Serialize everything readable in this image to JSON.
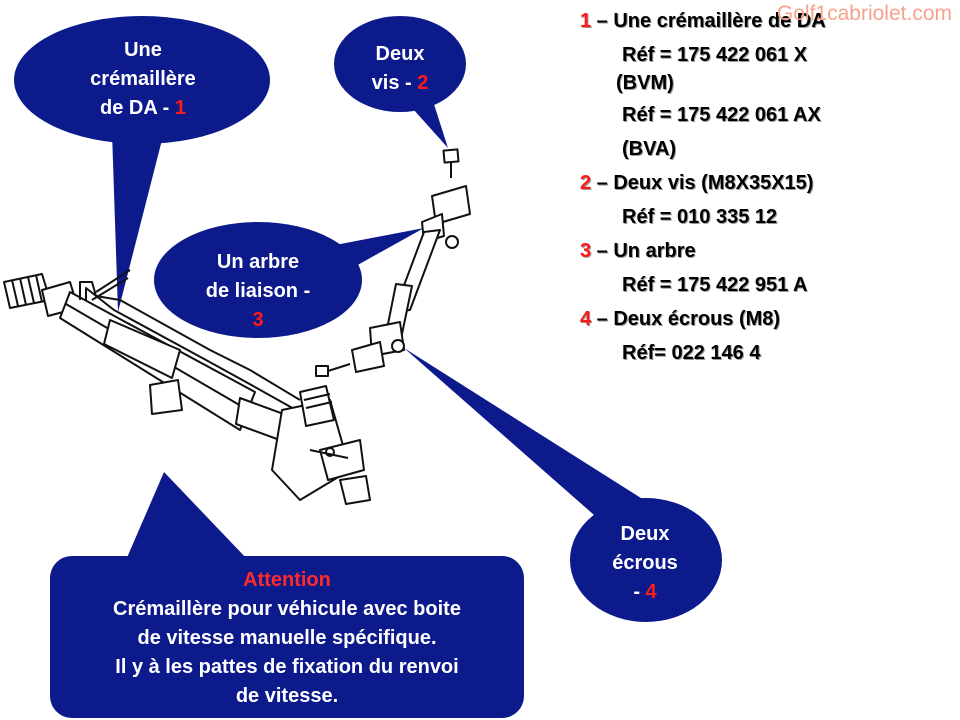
{
  "watermark": "Golf1cabriolet.com",
  "callouts": {
    "rack": {
      "line1": "Une",
      "line2": "crémaillère",
      "line3": "de DA - ",
      "num": "1"
    },
    "screws": {
      "line1": "Deux",
      "line2": "vis - ",
      "num": "2"
    },
    "shaft": {
      "line1": "Un arbre",
      "line2": "de liaison -",
      "num": "3"
    },
    "nuts": {
      "line1": "Deux",
      "line2": "écrous",
      "line3": "- ",
      "num": "4"
    }
  },
  "parts_list": [
    {
      "num": "1",
      "text": " – Une crémaillère de DA"
    },
    {
      "ref": "Réf = 175 422 061 X"
    },
    {
      "ref2": "(BVM)"
    },
    {
      "ref": "Réf = 175 422 061 AX"
    },
    {
      "ref": "(BVA)"
    },
    {
      "num": "2",
      "text": " – Deux vis (M8X35X15)"
    },
    {
      "ref": "Réf = 010 335 12"
    },
    {
      "num": "3",
      "text": " – Un arbre"
    },
    {
      "ref": "Réf =  175 422 951 A"
    },
    {
      "num": "4",
      "text": " – Deux écrous (M8)"
    },
    {
      "ref": "Réf= 022 146 4"
    }
  ],
  "attention": {
    "title": "Attention",
    "line1": "Crémaillère pour véhicule avec boite",
    "line2": "de vitesse manuelle spécifique.",
    "line3": "Il y à les pattes de fixation du renvoi",
    "line4": "de vitesse."
  },
  "colors": {
    "callout_fill": "#0d1a8c",
    "accent_red": "#ff1a1a",
    "watermark": "#f7a28c"
  }
}
